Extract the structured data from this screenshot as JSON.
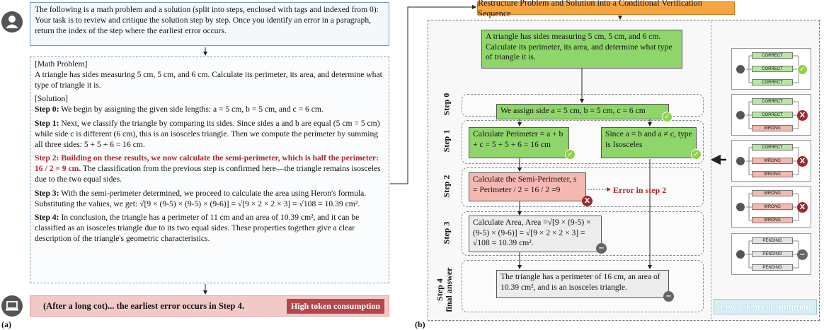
{
  "panel_a": {
    "prompt": "The following is a math problem and a solution (split into steps, enclosed with tags and indexed from 0): Your task is to review and critique the solution step by step. Once you identify an error in a paragraph, return the index of the step where the earliest error occurs.",
    "problem_header": "[Math Problem]",
    "problem_text": "A triangle has sides measuring 5 cm, 5 cm, and 6 cm. Calculate its perimeter, its area, and determine what type of triangle it is.",
    "solution_header": "[Solution]",
    "steps": [
      {
        "label": "Step 0:",
        "text": " We begin by assigning the given side lengths: a = 5 cm, b = 5 cm, and c = 6 cm."
      },
      {
        "label": "Step 1:",
        "text": " Next,  we classify the triangle by comparing its sides. Since sides a and b are equal (5 cm = 5 cm) while side c is different (6 cm), this is an isosceles triangle. Then we compute the perimeter by summing all three sides: 5 + 5 + 6 = 16 cm."
      },
      {
        "label": "Step 2:",
        "error_text": " Building on these results, we now calculate the semi-perimeter, which is half the perimeter: 16 / 2 = 9 cm.",
        "text": " The classification from the previous step is confirmed here—the triangle remains isosceles due to the two equal sides."
      },
      {
        "label": "Step 3:",
        "text": " With the semi-perimeter determined, we proceed to calculate the area using Heron's formula. Substituting the values, we get: √[9 × (9-5) × (9-5) × (9-6)] = √[9 × 2 × 2 × 3] = √108 = 10.39 cm²."
      },
      {
        "label": "Step 4:",
        "text": " In conclusion, the triangle has a perimeter of 11 cm and an area of 10.39 cm², and it can be classified as an isosceles triangle due to its two equal sides. These properties together give a clear description of the triangle's geometric characteristics."
      }
    ],
    "answer": "(After a long cot)... the earliest error occurs in Step 4.",
    "badge": "High token consumption",
    "caption": "(a)"
  },
  "panel_b": {
    "title": "Restructure Problem and Solution into a Conditional Verification Sequence",
    "caption": "(b)",
    "problem_box": "A triangle has sides measuring 5 cm, 5 cm, and 6 cm. Calculate its perimeter, its area, and determine what type of triangle it is.",
    "step_labels": [
      "Step 0",
      "Step 1",
      "Step 2",
      "Step 3",
      "Step 4",
      "final answer"
    ],
    "step0": "We assign side a = 5 cm, b = 5 cm, c = 6 cm",
    "step1_left": "Calculate Perimeter = a + b + c = 5 + 5 + 6 = 16 cm",
    "step1_right": "Since a = b and a ≠ c, type is Isosceles",
    "step2": "Calculate the Semi-Perimeter, s = Perimeter / 2 = 16 / 2 =9",
    "error_note": "Error in step 2",
    "step3": "Calculate Area, Area =√[9 × (9-5) × (9-5) × (9-6)] = √[9 × 2 × 2 × 3] = √108 = 10.39 cm².",
    "step4": "The triangle has a perimeter of 16 cm, an area of 10.39 cm², and is an isosceles triangle.",
    "badge": "Low token consumption",
    "glyph_ok": "✓",
    "glyph_x": "X",
    "glyph_pending": "−",
    "mini_panels": [
      {
        "labels": [
          "CORRECT",
          "CORRECT",
          "CORRECT"
        ],
        "result": "ok"
      },
      {
        "labels": [
          "CORRECT",
          "CORRECT",
          "WRONG"
        ],
        "result": "x"
      },
      {
        "labels": [
          "CORRECT",
          "WRONG",
          "WRONG"
        ],
        "result": "x"
      },
      {
        "labels": [
          "WRONG",
          "WRONG",
          "WRONG"
        ],
        "result": "x"
      },
      {
        "labels": [
          "PENDING",
          "PENDING",
          "PENDING"
        ],
        "result": "p"
      }
    ]
  },
  "colors": {
    "orange": "#f5a641",
    "green": "#8fd66a",
    "red": "#b0252d",
    "pink": "#f2c9c6",
    "blue_light": "#d7eef6"
  }
}
